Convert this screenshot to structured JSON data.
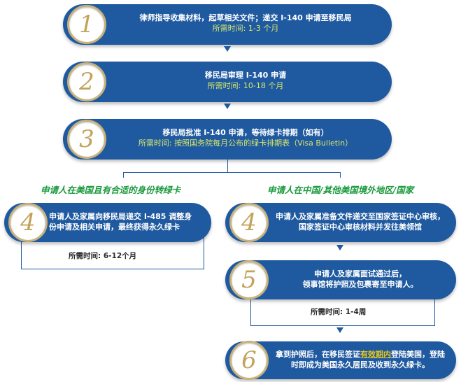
{
  "steps": [
    {
      "num": "1",
      "text": "律师指导收集材料，起草相关文件；递交 I-140 申请至移民局",
      "time": "所需时间: 1-3 个月"
    },
    {
      "num": "2",
      "text": "移民局审理 I-140 申请",
      "time": "所需时间: 10-18 个月"
    },
    {
      "num": "3",
      "text": "移民局批准 I-140 申请，等待绿卡排期（如有）",
      "time": "所需时间:  按照国务院每月公布的绿卡排期表（Visa Bulletin）"
    }
  ],
  "branch_left": {
    "title": "申请人在美国且有合适的身份转绿卡",
    "step": {
      "num": "4",
      "line1": "申请人及家属向移民局递交 I-485 调整身",
      "line2": "份申请及相关申请，最终获得永久绿卡"
    },
    "time": "所需时间:  6-12个月"
  },
  "branch_right": {
    "title": "申请人在中国/其他美国境外地区/国家",
    "step4": {
      "num": "4",
      "line1": "申请人及家属准备文件递交至国家签证中心审核，",
      "line2": "国家签证中心审核材料并发往美领馆"
    },
    "step5": {
      "num": "5",
      "line1": "申请人及家属面试通过后，",
      "line2": "领事馆将护照及包裹寄至申请人。"
    },
    "time": "所需时间:  1-4周",
    "step6": {
      "num": "6",
      "line1_a": "拿到护照后，在移民签证",
      "line1_hl": "有效期内",
      "line1_b": "登陆美国，登陆",
      "line2": "时即成为美国永久居民及收到永久绿卡。"
    }
  }
}
